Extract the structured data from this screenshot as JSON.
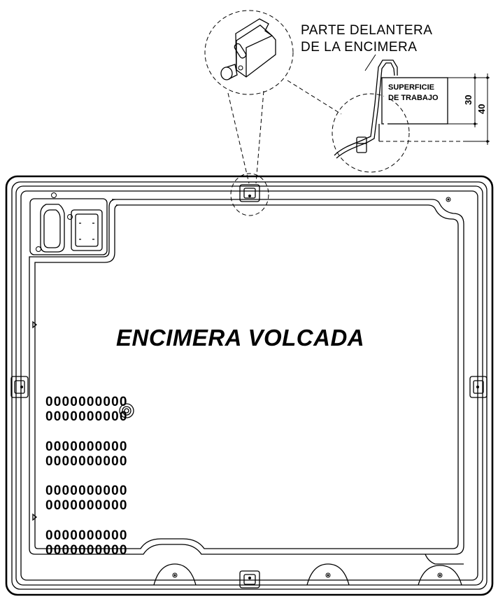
{
  "labels": {
    "front_line1": "PARTE DELANTERA",
    "front_line2": "DE LA ENCIMERA",
    "surface_line1": "SUPERFICIE",
    "surface_line2": "DE TRABAJO",
    "dim_30": "30",
    "dim_40": "40",
    "main": "ENCIMERA VOLCADA"
  },
  "vent_rows": [
    "0000000000",
    "0000000000",
    "0000000000",
    "0000000000",
    "0000000000",
    "0000000000",
    "0000000000",
    "0000000000"
  ]
}
